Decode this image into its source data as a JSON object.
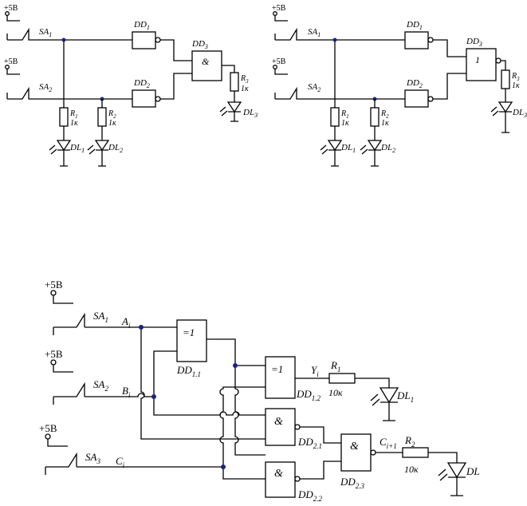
{
  "colors": {
    "line": "#000000",
    "junction": "#1a237e",
    "background": "#ffffff"
  },
  "circuit_and": {
    "supply_1": "+5B",
    "supply_2": "+5B",
    "switch_1": {
      "letter": "SA",
      "sub": "1"
    },
    "switch_2": {
      "letter": "SA",
      "sub": "2"
    },
    "gate_1": {
      "letter": "DD",
      "sub": "1"
    },
    "gate_2": {
      "letter": "DD",
      "sub": "2"
    },
    "gate_3": {
      "letter": "DD",
      "sub": "3",
      "symbol": "&"
    },
    "r1": {
      "letter": "R",
      "sub": "1",
      "value": "1к"
    },
    "r2": {
      "letter": "R",
      "sub": "2",
      "value": "1к"
    },
    "r3": {
      "letter": "R",
      "sub": "3",
      "value": "1к"
    },
    "led_1": {
      "letter": "DL",
      "sub": "1"
    },
    "led_2": {
      "letter": "DL",
      "sub": "2"
    },
    "led_3": {
      "letter": "DL",
      "sub": "3"
    }
  },
  "circuit_or": {
    "supply_1": "+5B",
    "supply_2": "+5B",
    "switch_1": {
      "letter": "SA",
      "sub": "1"
    },
    "switch_2": {
      "letter": "SA",
      "sub": "2"
    },
    "gate_1": {
      "letter": "DD",
      "sub": "1"
    },
    "gate_2": {
      "letter": "DD",
      "sub": "2"
    },
    "gate_3": {
      "letter": "DD",
      "sub": "3",
      "symbol": "1"
    },
    "r1": {
      "letter": "R",
      "sub": "1",
      "value": "1к"
    },
    "r2": {
      "letter": "R",
      "sub": "2",
      "value": "1к"
    },
    "r3": {
      "letter": "R",
      "sub": "3",
      "value": "1к"
    },
    "led_1": {
      "letter": "DL",
      "sub": "1"
    },
    "led_2": {
      "letter": "DL",
      "sub": "2"
    },
    "led_3": {
      "letter": "DL",
      "sub": "3"
    }
  },
  "full_adder": {
    "supply_1": "+5B",
    "supply_2": "+5B",
    "supply_3": "+5B",
    "switch_1": {
      "letter": "SA",
      "sub": "1"
    },
    "switch_2": {
      "letter": "SA",
      "sub": "2"
    },
    "switch_3": {
      "letter": "SA",
      "sub": "3"
    },
    "input_a": {
      "letter": "A",
      "sub": "i"
    },
    "input_b": {
      "letter": "B",
      "sub": "i"
    },
    "input_c": {
      "letter": "C",
      "sub": "i"
    },
    "xor_1": {
      "letter": "DD",
      "sub": "1.1",
      "symbol": "=1"
    },
    "xor_2": {
      "letter": "DD",
      "sub": "1.2",
      "symbol": "=1"
    },
    "nand_1": {
      "letter": "DD",
      "sub": "2.1",
      "symbol": "&"
    },
    "nand_2": {
      "letter": "DD",
      "sub": "2.2",
      "symbol": "&"
    },
    "nand_3": {
      "letter": "DD",
      "sub": "2.3",
      "symbol": "&"
    },
    "output_sum": {
      "letter": "Y",
      "sub": "i"
    },
    "output_carry": {
      "letter": "C",
      "sub": "i+1"
    },
    "r1": {
      "letter": "R",
      "sub": "1",
      "value": "10к"
    },
    "r2": {
      "letter": "R",
      "sub": "2",
      "value": "10к"
    },
    "led_1": {
      "letter": "DL",
      "sub": "1"
    },
    "led_2": {
      "letter": "DL",
      "sub": ""
    }
  }
}
